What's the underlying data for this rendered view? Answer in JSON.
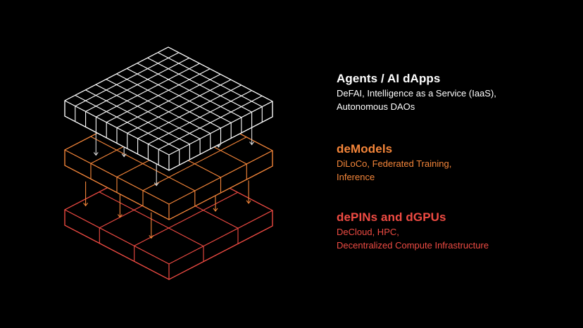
{
  "layers": [
    {
      "title": "Agents / AI dApps",
      "desc_lines": [
        "DeFAI, Intelligence as a Service (IaaS),",
        "Autonomous DAOs"
      ],
      "color": "#ffffff"
    },
    {
      "title": "deModels",
      "desc_lines": [
        "DiLoCo, Federated Training,",
        "Inference"
      ],
      "color": "#f5863a"
    },
    {
      "title": "dePINs  and dGPUs",
      "desc_lines": [
        "DeCloud, HPC,",
        "Decentralized Compute Infrastructure"
      ],
      "color": "#ef4b43"
    }
  ],
  "diagram": {
    "top_grid": 10,
    "middle_grid": 4,
    "bottom_grid": 3,
    "arrow_color_light": "#d9d9d9",
    "arrow_color_orange": "#f5863a"
  }
}
